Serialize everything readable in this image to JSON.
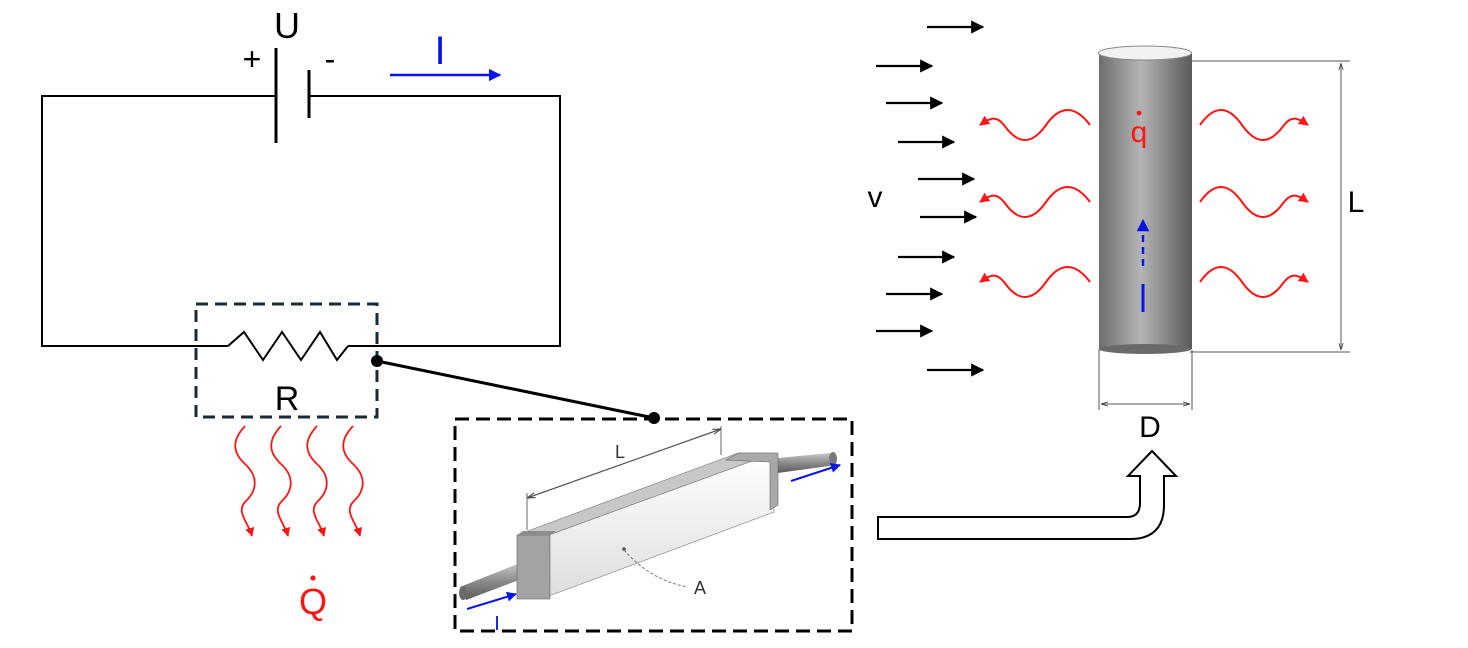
{
  "labels": {
    "voltage": "U",
    "plus": "+",
    "minus": "-",
    "current_circuit": "I",
    "resistor": "R",
    "heat_rate": "Q",
    "wire_length": "L",
    "cross_section": "A",
    "current_wire": "I",
    "velocity": "v",
    "heat_flux": "q",
    "current_cylinder": "I",
    "cylinder_length": "L",
    "diameter": "D"
  },
  "colors": {
    "line": "#000000",
    "current": "#0a14e6",
    "heat": "#ff1414",
    "box_dash": "#1a2a36",
    "cylinder_mid": "#9a9a9a"
  }
}
